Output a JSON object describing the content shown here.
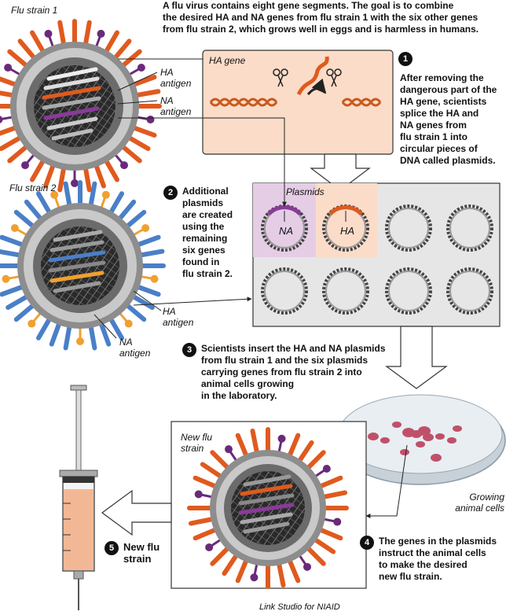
{
  "labels": {
    "flu_strain_1": "Flu strain 1",
    "flu_strain_2": "Flu strain 2",
    "ha_antigen": "HA",
    "na_antigen": "NA",
    "antigen_word": "antigen",
    "ha_gene": "HA gene",
    "plasmids": "Plasmids",
    "plasmid_na": "NA",
    "plasmid_ha": "HA",
    "new_flu_strain_line1": "New flu",
    "new_flu_strain_line2": "strain",
    "growing_line1": "Growing",
    "growing_line2": "animal cells",
    "credit": "Link Studio for NIAID"
  },
  "intro": {
    "line1": "A flu virus contains eight gene segments.  The goal is to combine",
    "line2": "the desired HA and NA genes from flu strain 1 with the six other genes",
    "line3": "from flu strain 2, which grows well in eggs and is harmless in humans."
  },
  "steps": [
    {
      "number": "1",
      "lines": [
        "After removing the",
        "dangerous part of the",
        "HA gene, scientists",
        "splice the HA and",
        "NA genes from",
        "flu strain 1 into",
        "circular pieces of",
        "DNA called plasmids."
      ]
    },
    {
      "number": "2",
      "lines": [
        "Additional",
        "plasmids",
        "are created",
        "using the",
        "remaining",
        "six genes",
        "found in",
        "flu strain 2."
      ]
    },
    {
      "number": "3",
      "lines": [
        "Scientists insert the HA and NA plasmids",
        "from flu strain 1 and the six plasmids",
        "carrying genes from flu strain 2 into",
        "animal cells growing",
        "in the laboratory."
      ]
    },
    {
      "number": "4",
      "lines": [
        "The genes in the plasmids",
        "instruct the animal cells",
        "to make the desired",
        "new flu strain."
      ]
    },
    {
      "number": "5",
      "lines": [
        "New flu",
        "strain"
      ]
    }
  ],
  "colors": {
    "strain1_spike": "#e05a1e",
    "strain1_na": "#6a2a7a",
    "strain2_spike": "#4a7fc8",
    "strain2_na": "#f0a030",
    "panel_gray": "#e6e6e6",
    "ha_panel": "#fbdcc8",
    "na_panel": "#e5cde6",
    "dish": "#dde4ea",
    "cells": "#c0506a",
    "syringe_fluid": "#f2b896"
  }
}
